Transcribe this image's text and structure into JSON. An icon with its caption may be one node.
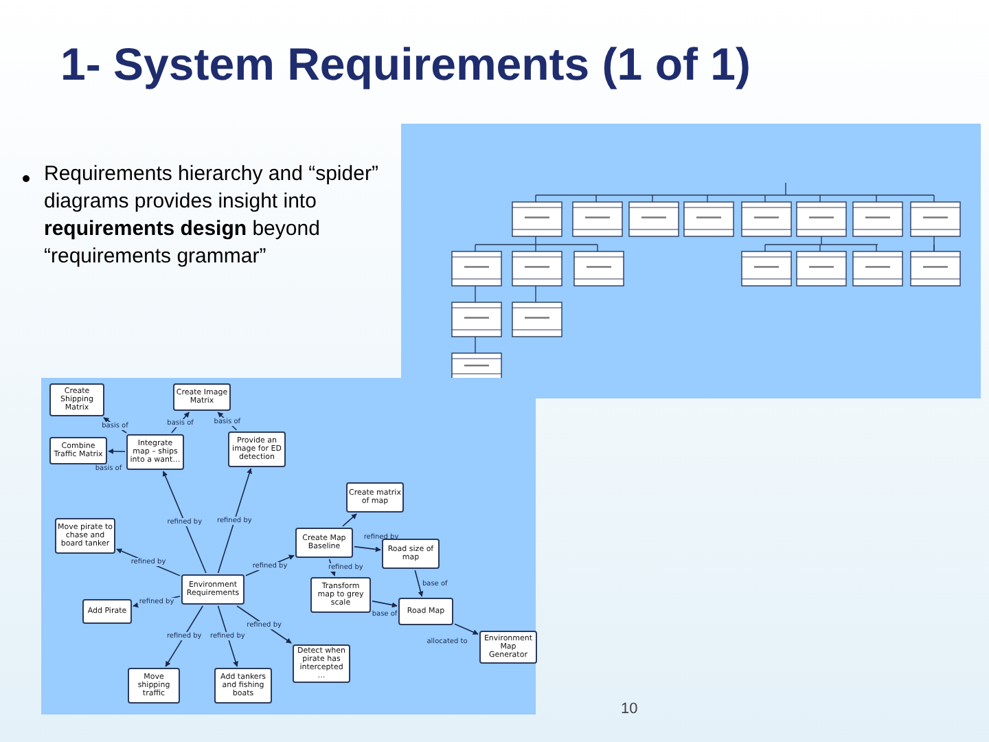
{
  "diagram": {
    "title": "1- System Requirements (1 of 1)",
    "nodes": [
      {
        "text": [
          "Create Shipping Matrix"
        ]
      },
      {
        "text": [
          "Create Image Matrix"
        ]
      },
      {
        "text": [
          "Combine Traffic Matrix"
        ]
      },
      {
        "text": [
          "Integrate map – ships into a want…"
        ]
      },
      {
        "text": [
          "Provide an image for ED detection"
        ]
      },
      {
        "text": [
          "Move pirate to chase and board tanker"
        ]
      },
      {
        "text": [
          "Create matrix of map"
        ]
      },
      {
        "text": [
          "Create Map Baseline"
        ]
      },
      {
        "text": [
          "Road size of map"
        ]
      },
      {
        "text": [
          "Environment Requirements"
        ]
      },
      {
        "text": [
          "Transform map to grey scale"
        ]
      },
      {
        "text": [
          "Add Pirate"
        ]
      },
      {
        "text": [
          "Road Map"
        ]
      },
      {
        "text": [
          "Environment Map Generator"
        ]
      },
      {
        "text": [
          "Detect when pirate has intercepted …"
        ]
      },
      {
        "text": [
          "Move shipping traffic"
        ]
      },
      {
        "text": [
          "Add tankers and fishing boats"
        ]
      }
    ],
    "edges": [
      {
        "from": 3,
        "to": 0,
        "arrow": "to",
        "label": "basis of"
      },
      {
        "from": 3,
        "to": 1,
        "arrow": "to",
        "label": "basis of"
      },
      {
        "from": 3,
        "to": 2,
        "arrow": "to",
        "label": "basis of"
      },
      {
        "from": 4,
        "to": 1,
        "arrow": "to",
        "label": "basis of"
      },
      {
        "from": 9,
        "to": 3,
        "arrow": "to",
        "label": "refined by"
      },
      {
        "from": 9,
        "to": 4,
        "arrow": "to",
        "label": "refined by"
      },
      {
        "from": 9,
        "to": 5,
        "arrow": "to",
        "label": "refined by"
      },
      {
        "from": 9,
        "to": 11,
        "arrow": "to",
        "label": "refined by"
      },
      {
        "from": 9,
        "to": 15,
        "arrow": "to",
        "label": "refined by"
      },
      {
        "from": 9,
        "to": 16,
        "arrow": "to",
        "label": "refined by"
      },
      {
        "from": 9,
        "to": 7,
        "arrow": "to",
        "label": "refined by"
      },
      {
        "from": 9,
        "to": 14,
        "arrow": "to",
        "label": "refined by"
      },
      {
        "from": 7,
        "to": 6,
        "arrow": "to"
      },
      {
        "from": 7,
        "to": 8,
        "arrow": "to",
        "label": "refined by"
      },
      {
        "from": 7,
        "to": 10,
        "arrow": "to",
        "label": "refined by"
      },
      {
        "from": 8,
        "to": 12,
        "arrow": "to",
        "label": "base of"
      },
      {
        "from": 10,
        "to": 12,
        "arrow": "to",
        "label": "base of"
      },
      {
        "from": 12,
        "to": 13,
        "arrow": "to",
        "label": "allocated to"
      }
    ],
    "labels": [
      "Requirements hierarchy and “spider” diagrams provides insight into **requirements design** beyond “requirements grammar”",
      "10"
    ]
  }
}
